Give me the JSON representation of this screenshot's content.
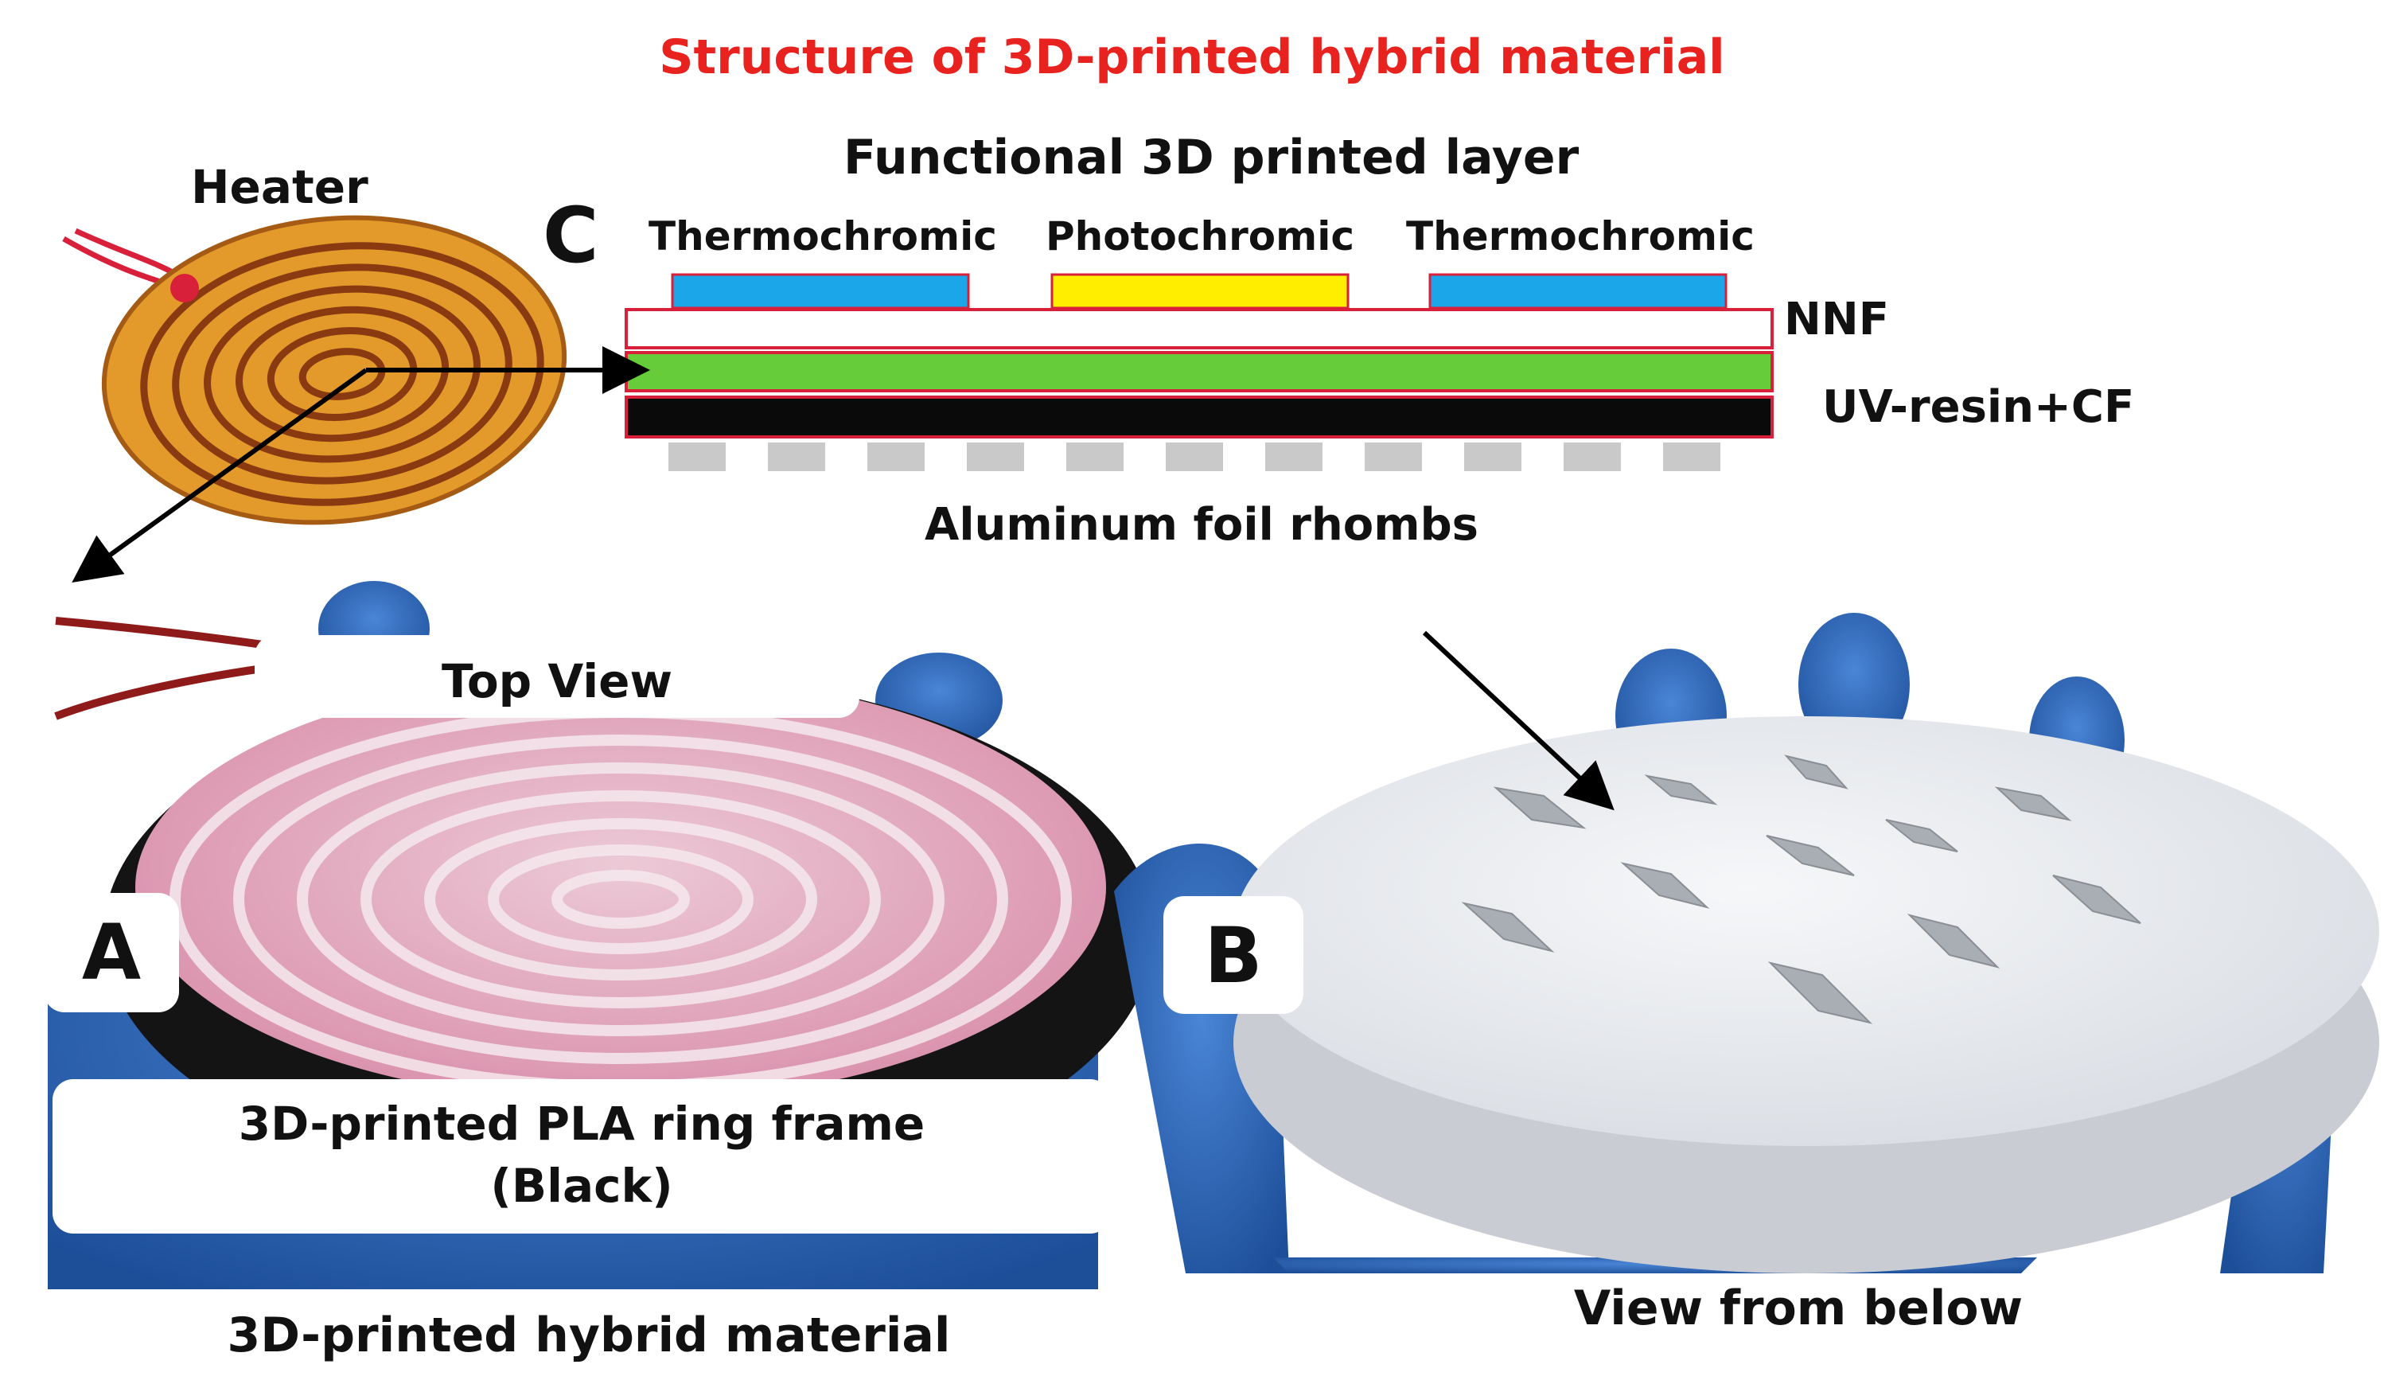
{
  "figure": {
    "title": "Structure of 3D-printed hybrid material",
    "panel_c": {
      "letter": "C",
      "heading": "Functional 3D printed layer",
      "heater_label": "Heater",
      "columns": [
        "Thermochromic",
        "Photochromic",
        "Thermochromic"
      ],
      "layers": {
        "nnf": "NNF",
        "resin": "UV-resin+CF",
        "foil": "Aluminum foil rhombs"
      }
    },
    "panel_a": {
      "letter": "A",
      "top_view": "Top View",
      "frame_line1": "3D-printed PLA ring frame",
      "frame_line2": "(Black)",
      "caption": "3D-printed hybrid material"
    },
    "panel_b": {
      "letter": "B",
      "caption": "View from below"
    },
    "colors": {
      "title": "#e8231f",
      "thermochromic": "#1aa6e8",
      "photochromic": "#ffee00",
      "uv_layer": "#66cc3a",
      "base_layer": "#0a0a0a",
      "layer_border": "#d8203a",
      "foil": "#c9c9c9",
      "glove": "#2e63b4"
    }
  }
}
